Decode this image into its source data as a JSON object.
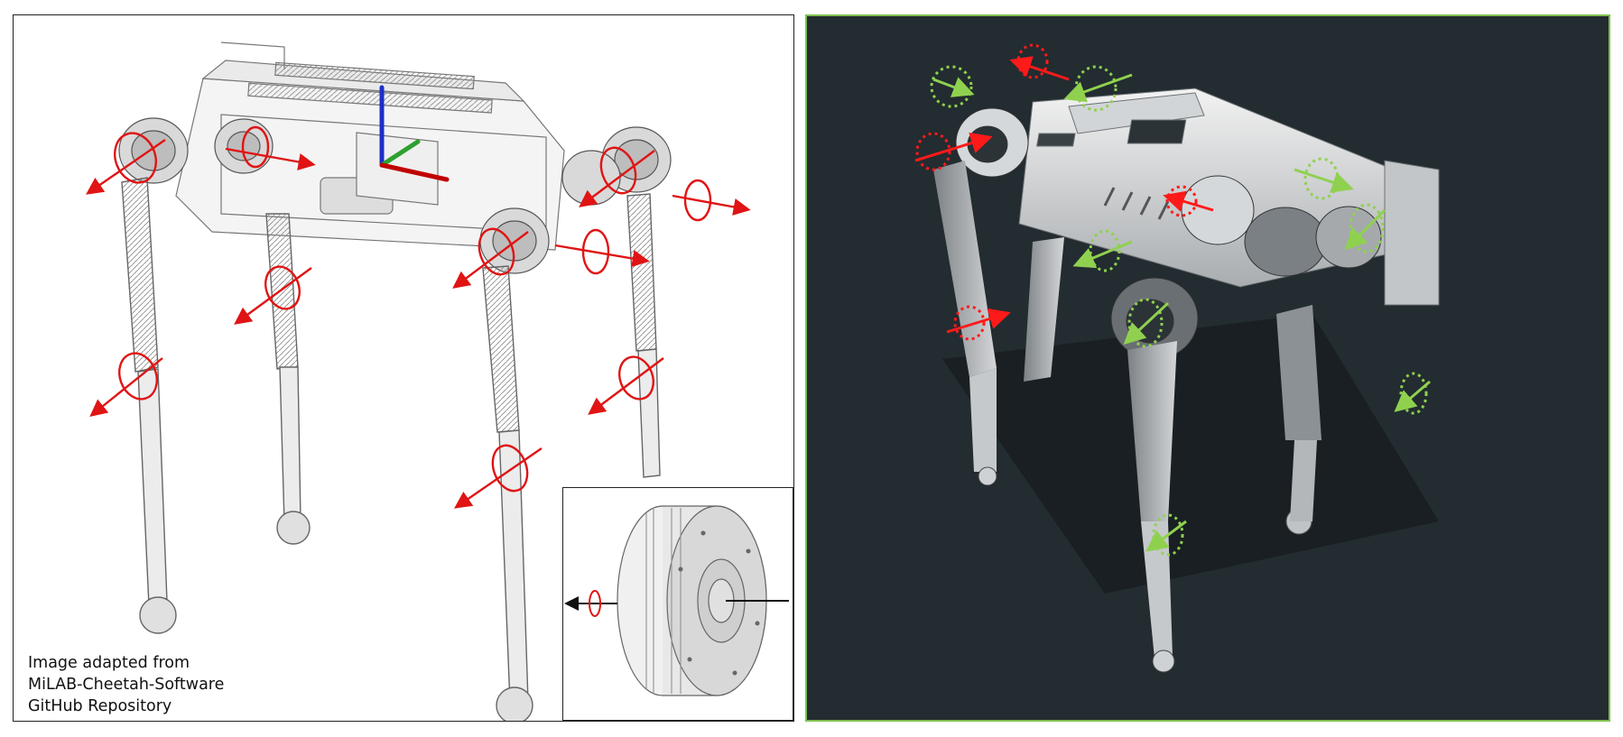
{
  "caption": {
    "line1": "Image adapted from",
    "line2": "MiLAB-Cheetah-Software",
    "line3": "GitHub Repository"
  },
  "colors": {
    "left_axis_arrow": "#e01414",
    "right_axis_red": "#ff1a1a",
    "right_axis_green": "#8fd14f",
    "frame_x": "#c00000",
    "frame_y": "#2ea02e",
    "frame_z": "#1c2fc8",
    "right_background": "#232c30",
    "right_border": "#7fbf4f",
    "inset_arrow": "#111111"
  },
  "icons": {
    "rotation_axis": "circular-arrow-with-axis-icon",
    "coordinate_frame": "xyz-frame-icon",
    "motor": "actuator-motor-icon"
  }
}
